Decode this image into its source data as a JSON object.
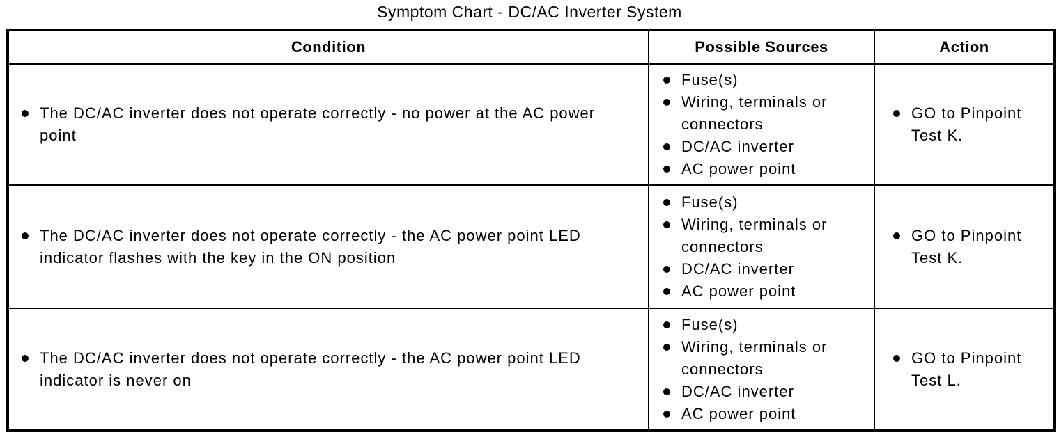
{
  "title": "Symptom Chart - DC/AC Inverter System",
  "colors": {
    "background": "#ffffff",
    "text": "#000000",
    "border": "#000000"
  },
  "table": {
    "columns": [
      "Condition",
      "Possible Sources",
      "Action"
    ],
    "rows": [
      {
        "condition": "The DC/AC inverter does not operate correctly - no power at the AC power point",
        "possible_sources": [
          "Fuse(s)",
          "Wiring, terminals or connectors",
          "DC/AC inverter",
          "AC power point"
        ],
        "action": "GO to Pinpoint Test K."
      },
      {
        "condition": "The DC/AC inverter does not operate correctly - the AC power point LED indicator flashes with the key in the ON position",
        "possible_sources": [
          "Fuse(s)",
          "Wiring, terminals or connectors",
          "DC/AC inverter",
          "AC power point"
        ],
        "action": "GO to Pinpoint Test K."
      },
      {
        "condition": "The DC/AC inverter does not operate correctly - the AC power point LED indicator is never on",
        "possible_sources": [
          "Fuse(s)",
          "Wiring, terminals or connectors",
          "DC/AC inverter",
          "AC power point"
        ],
        "action": "GO to Pinpoint Test L."
      }
    ]
  }
}
